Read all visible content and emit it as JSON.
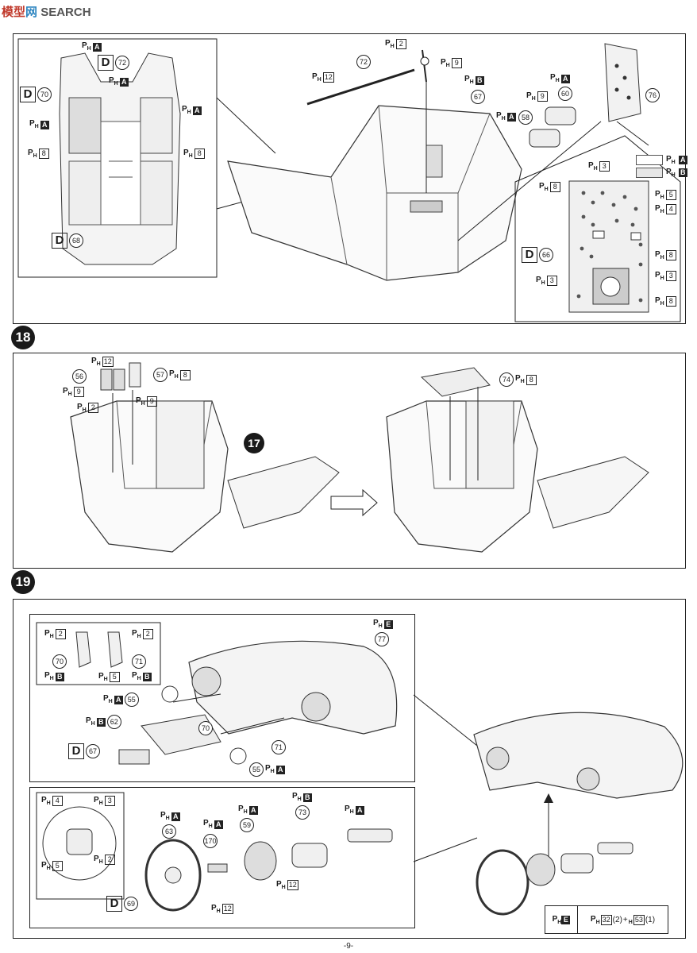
{
  "watermark": {
    "part1": "模型",
    "part2": "网",
    "part3": "SEARCH"
  },
  "labels": {
    "ph": "P",
    "ph_sub": "H",
    "pA": "A",
    "pB": "B",
    "pE": "E",
    "n2": "2",
    "n3": "3",
    "n4": "4",
    "n5": "5",
    "n8": "8",
    "n9": "9",
    "n12": "12",
    "n32": "32",
    "n53": "53",
    "d": "D"
  },
  "parts": {
    "p55": "55",
    "p56": "56",
    "p57": "57",
    "p58": "58",
    "p59": "59",
    "p60": "60",
    "p62": "62",
    "p63": "63",
    "p66": "66",
    "p67": "67",
    "p68": "68",
    "p69": "69",
    "p70": "70",
    "p71": "71",
    "p72": "72",
    "p73": "73",
    "p74": "74",
    "p76": "76",
    "p77": "77",
    "p170": "170",
    "step17": "17"
  },
  "steps": {
    "s18": "18",
    "s19": "19"
  },
  "formula": {
    "left": "E",
    "count1": "(2)",
    "plus": "+",
    "h": "H",
    "count2": "(1)"
  },
  "page": {
    "number": "-9-"
  },
  "colors": {
    "line": "#222222",
    "panel_bg": "#ffffff",
    "shade": "#e6e6e6",
    "watermark_red": "#c0392b",
    "watermark_blue": "#2e86c1"
  }
}
